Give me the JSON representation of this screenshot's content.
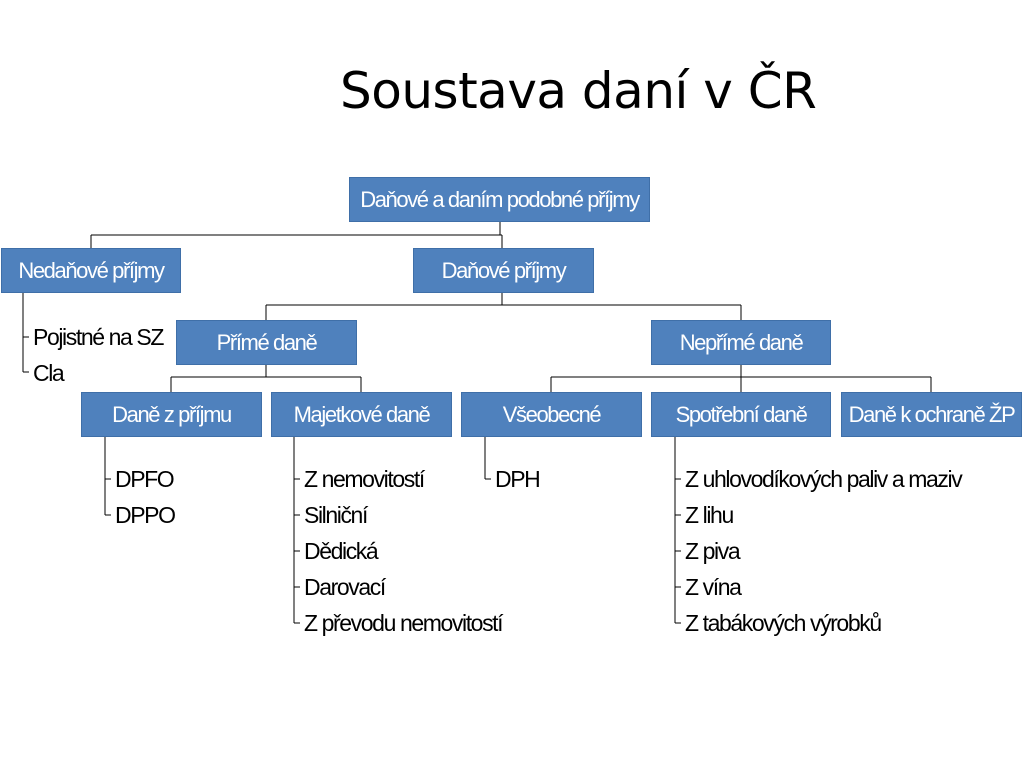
{
  "title": "Soustava daní v ČR",
  "nodes": {
    "root": "Daňové a daním podobné příjmy",
    "nedanove": "Nedaňové příjmy",
    "danove": "Daňové příjmy",
    "prime": "Přímé daně",
    "neprime": "Nepřímé daně",
    "z_prijmu": "Daně z příjmu",
    "majetkove": "Majetkové daně",
    "vseobecne": "Všeobecné",
    "spotrebni": "Spotřební daně",
    "zp": "Daně k ochraně ŽP"
  },
  "lists": {
    "nedanove": [
      "Pojistné na SZ",
      "Cla"
    ],
    "z_prijmu": [
      "DPFO",
      "DPPO"
    ],
    "majetkove": [
      "Z nemovitostí",
      "Silniční",
      "Dědická",
      "Darovací",
      "Z převodu nemovitostí"
    ],
    "vseobecne": [
      "DPH"
    ],
    "spotrebni": [
      "Z uhlovodíkových paliv a maziv",
      "Z lihu",
      "Z piva",
      "Z vína",
      "Z tabákových výrobků"
    ]
  }
}
